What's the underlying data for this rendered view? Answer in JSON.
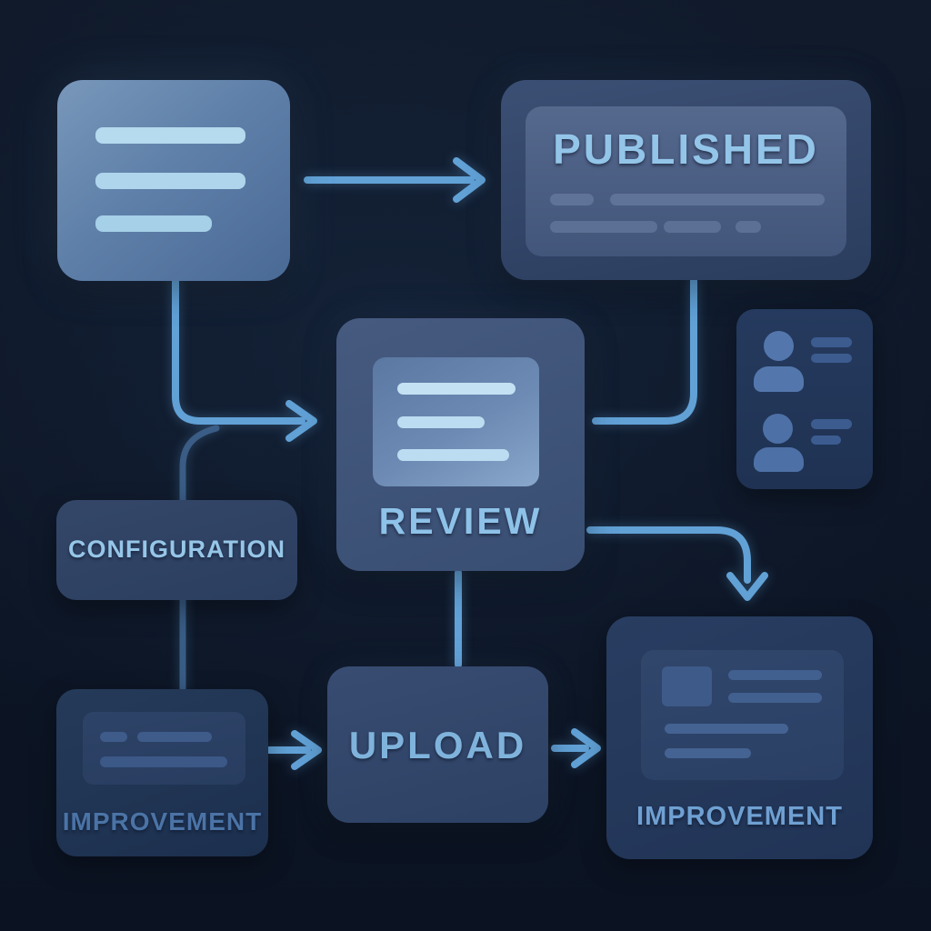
{
  "diagram": {
    "title_hint": "content workflow flowchart",
    "background_color": "#0d1626",
    "accent_color": "#61a1d6",
    "nodes": {
      "draft": {
        "icon": "document-lines-icon",
        "label": ""
      },
      "published": {
        "label": "PUBLISHED",
        "text_color": "#93c5e9"
      },
      "review": {
        "label": "REVIEW",
        "icon": "document-lines-icon",
        "text_color": "#8ec2e8"
      },
      "reviewers": {
        "icon": "user-list-icon",
        "label": ""
      },
      "configuration": {
        "label": "CONFIGURATION",
        "text_color": "#96c6e8"
      },
      "improvement_left": {
        "label": "IMPROVEMENT",
        "text_color": "#4b73a6"
      },
      "upload": {
        "label": "UPLOAD",
        "text_color": "#7fb3dc"
      },
      "improvement_right": {
        "label": "IMPROVEMENT",
        "text_color": "#6fa0d2"
      }
    },
    "edges": [
      {
        "from": "draft",
        "to": "published",
        "arrow": true
      },
      {
        "from": "draft",
        "to": "review",
        "arrow": true
      },
      {
        "from": "draft",
        "to": "configuration",
        "arrow": false,
        "style": "dim"
      },
      {
        "from": "published",
        "to": "review",
        "arrow": false
      },
      {
        "from": "review",
        "to": "improvement_right",
        "arrow": true
      },
      {
        "from": "review",
        "to": "upload",
        "arrow": false
      },
      {
        "from": "configuration",
        "to": "improvement_left",
        "arrow": false,
        "style": "dim"
      },
      {
        "from": "improvement_left",
        "to": "upload",
        "arrow": true
      },
      {
        "from": "upload",
        "to": "improvement_right",
        "arrow": true
      },
      {
        "from": "reviewers",
        "to": "improvement_right",
        "arrow": false,
        "style": "faded"
      }
    ]
  }
}
